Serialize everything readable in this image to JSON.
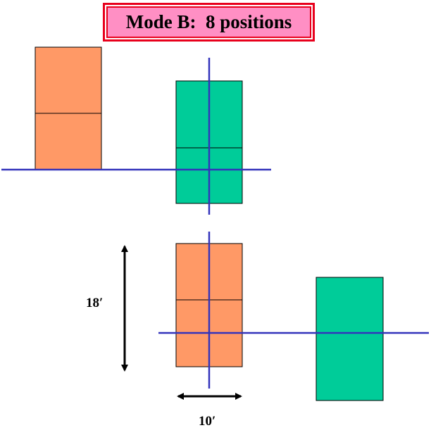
{
  "title": "Mode B:  8 positions",
  "dimensions": {
    "height_label": "18′",
    "width_label": "10′"
  },
  "colors": {
    "orange_box": "#ff9966",
    "green_box": "#00cc99",
    "axis_line": "#3333bb",
    "arrow": "#000000",
    "title_border": "#e8001c",
    "title_fill": "#ff8fc4"
  }
}
